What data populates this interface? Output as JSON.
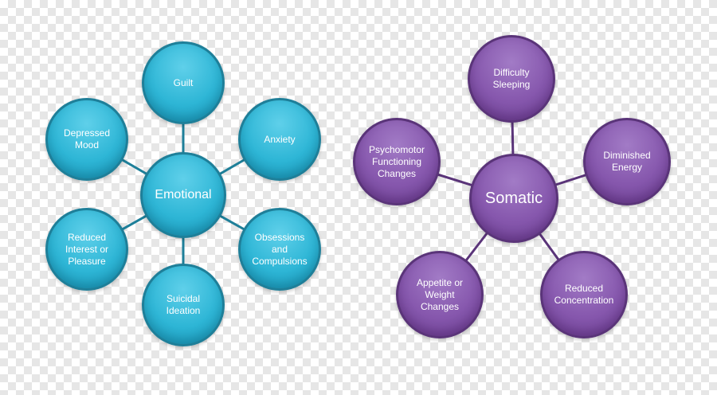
{
  "colors": {
    "emotional_fill": "#2eb6d6",
    "emotional_line": "#1e7f99",
    "somatic_fill": "#8657ad",
    "somatic_line": "#5a3479"
  },
  "clusters": [
    {
      "key": "emotional",
      "style": "teal",
      "hub": "Emotional",
      "items": [
        "Guilt",
        "Anxiety",
        "Obsessions\nand\nCompulsions",
        "Suicidal\nIdeation",
        "Reduced\nInterest or\nPleasure",
        "Depressed\nMood"
      ]
    },
    {
      "key": "somatic",
      "style": "purple",
      "hub": "Somatic",
      "items": [
        "Difficulty\nSleeping",
        "Diminished\nEnergy",
        "Reduced\nConcentration",
        "Appetite or\nWeight\nChanges",
        "Psychomotor\nFunctioning\nChanges"
      ]
    }
  ]
}
